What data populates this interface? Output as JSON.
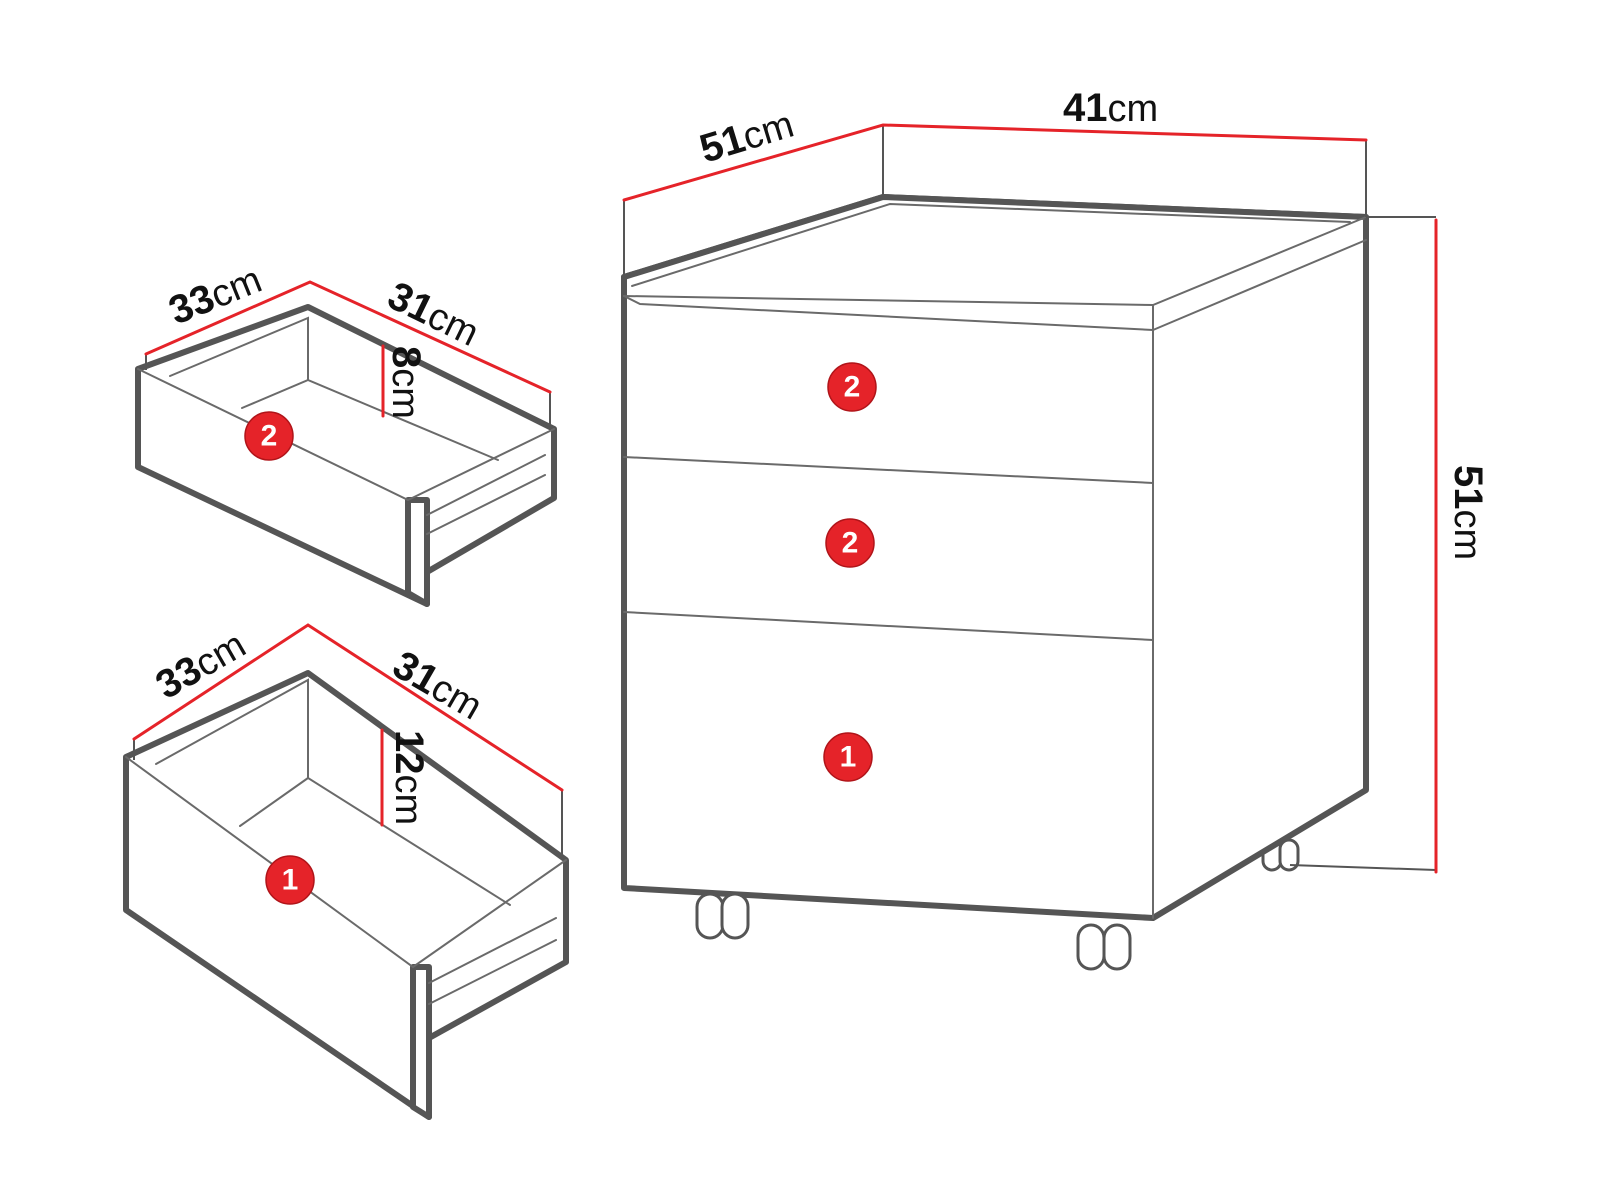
{
  "cabinet": {
    "depth": {
      "value": "51",
      "unit": "cm"
    },
    "width": {
      "value": "41",
      "unit": "cm"
    },
    "height": {
      "value": "51",
      "unit": "cm"
    },
    "drawer_badges": [
      "2",
      "2",
      "1"
    ]
  },
  "drawer_small": {
    "depth": {
      "value": "33",
      "unit": "cm"
    },
    "width": {
      "value": "31",
      "unit": "cm"
    },
    "height": {
      "value": "8",
      "unit": "cm"
    },
    "badge": "2"
  },
  "drawer_large": {
    "depth": {
      "value": "33",
      "unit": "cm"
    },
    "width": {
      "value": "31",
      "unit": "cm"
    },
    "height": {
      "value": "12",
      "unit": "cm"
    },
    "badge": "1"
  },
  "colors": {
    "accent": "#e52329",
    "outline": "#555555",
    "text": "#111111"
  }
}
